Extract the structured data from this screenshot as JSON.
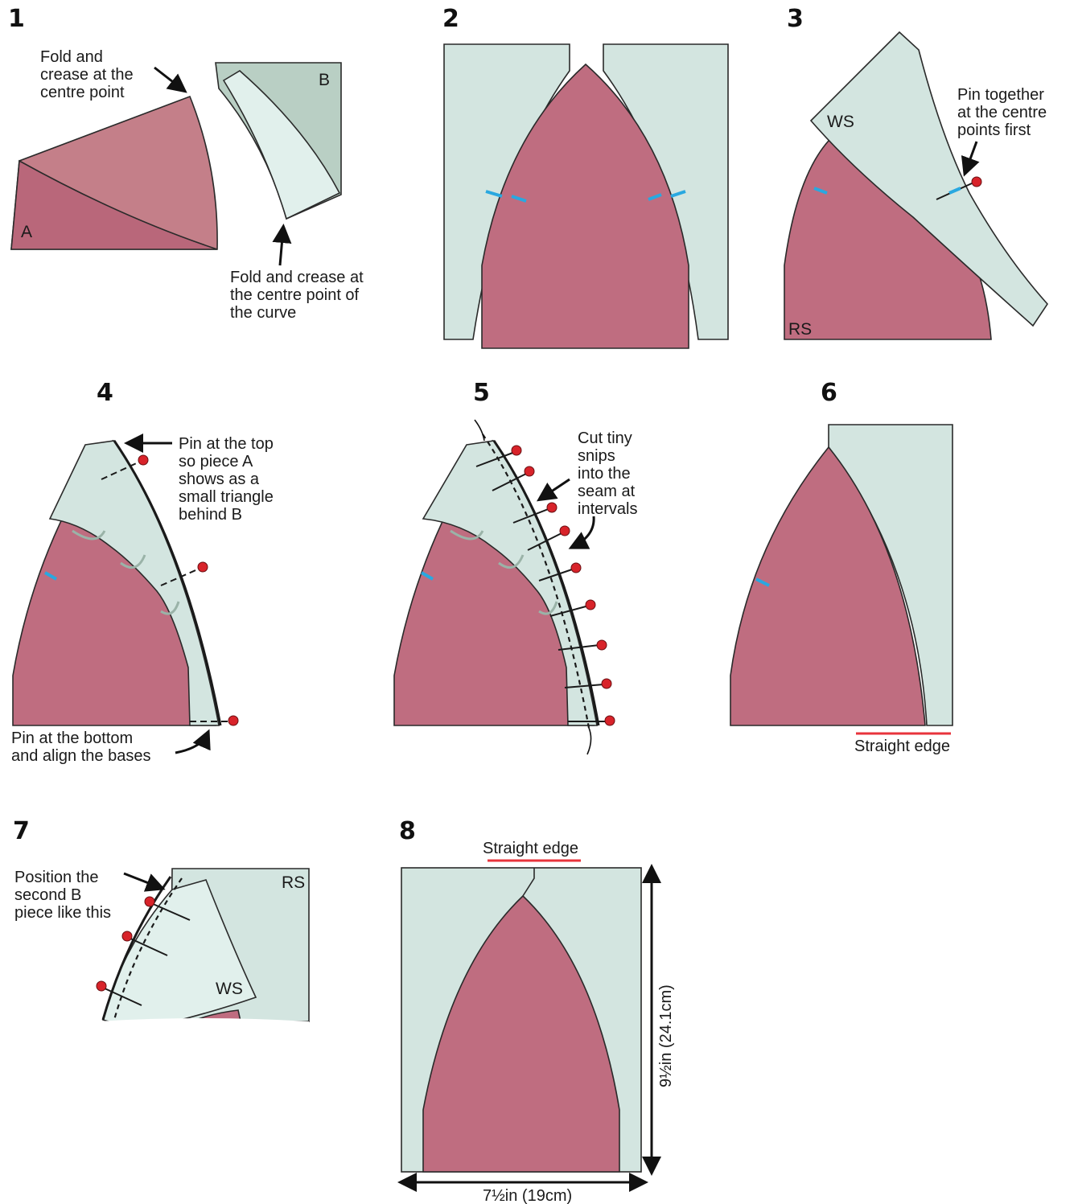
{
  "steps": [
    {
      "number": "1",
      "labels": {
        "piece_a": "A",
        "piece_b": "B"
      },
      "notes": {
        "top": [
          "Fold and",
          "crease at the",
          "centre point"
        ],
        "bottom": [
          "Fold and crease at",
          "the centre point of",
          "the curve"
        ]
      }
    },
    {
      "number": "2"
    },
    {
      "number": "3",
      "labels": {
        "ws": "WS",
        "rs": "RS"
      },
      "notes": {
        "pin": [
          "Pin together",
          "at the centre",
          "points first"
        ]
      }
    },
    {
      "number": "4",
      "notes": {
        "top": [
          "Pin at the top",
          "so piece A",
          "shows as a",
          "small triangle",
          "behind B"
        ],
        "bottom": [
          "Pin at the bottom",
          "and align the bases"
        ]
      }
    },
    {
      "number": "5",
      "notes": {
        "snips": [
          "Cut tiny",
          "snips",
          "into the",
          "seam at",
          "intervals"
        ]
      }
    },
    {
      "number": "6",
      "notes": {
        "edge": "Straight edge"
      }
    },
    {
      "number": "7",
      "labels": {
        "rs": "RS",
        "ws": "WS"
      },
      "notes": {
        "position": [
          "Position the",
          "second B",
          "piece like this"
        ]
      }
    },
    {
      "number": "8",
      "notes": {
        "edge": "Straight edge"
      },
      "dimensions": {
        "height": "9½in (24.1cm)",
        "width": "7½in (19cm)"
      }
    }
  ],
  "colors": {
    "pink": "#bf6d80",
    "green": "#d3e5e0",
    "pin": "#d8232a",
    "marker": "#29a8e0",
    "edge_marker": "#e8343c"
  }
}
